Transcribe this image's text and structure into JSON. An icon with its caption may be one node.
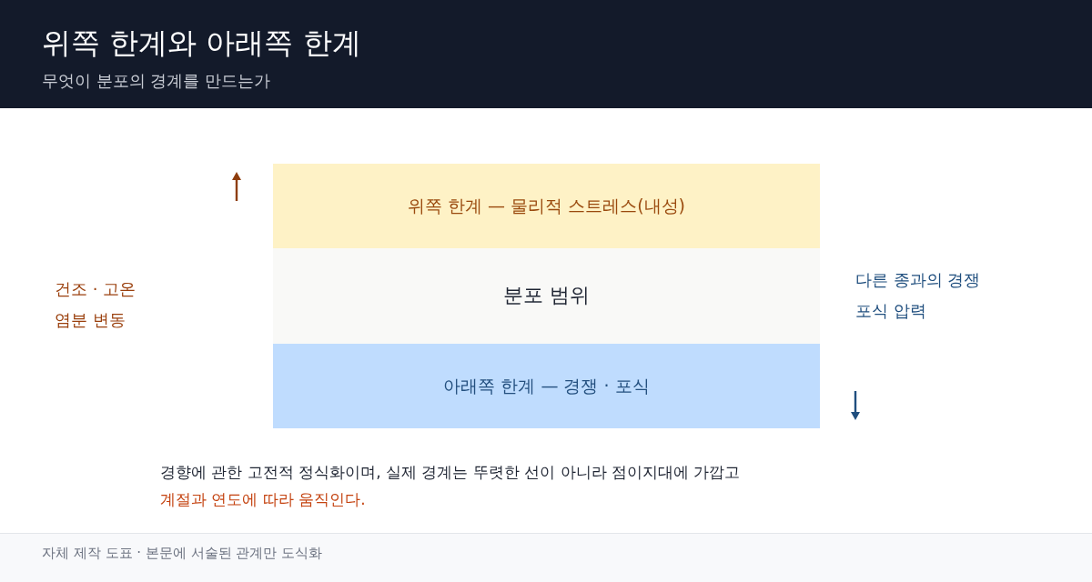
{
  "diagram": {
    "title": "위쪽 한계와 아래쪽 한계",
    "nodes": [
      {
        "text": [
          "위쪽 한계 — 물리적 스트레스(내성)"
        ]
      },
      {
        "text": [
          "분포 범위"
        ]
      },
      {
        "text": [
          "아래쪽 한계 — 경쟁 · 포식"
        ]
      }
    ],
    "edges": [],
    "labels": [
      "무엇이 분포의 경계를 만드는가",
      "건조 · 고온",
      "염분 변동",
      "다른 종과의 경쟁",
      "포식 압력",
      "경향에 관한 고전적 정식화이며, 실제 경계는 뚜렷한 선이 아니라 점이지대에 가깝고",
      "계절과 연도에 따라 움직인다.",
      "자체 제작 도표 · 본문에 서술된 관계만 도식화"
    ]
  }
}
